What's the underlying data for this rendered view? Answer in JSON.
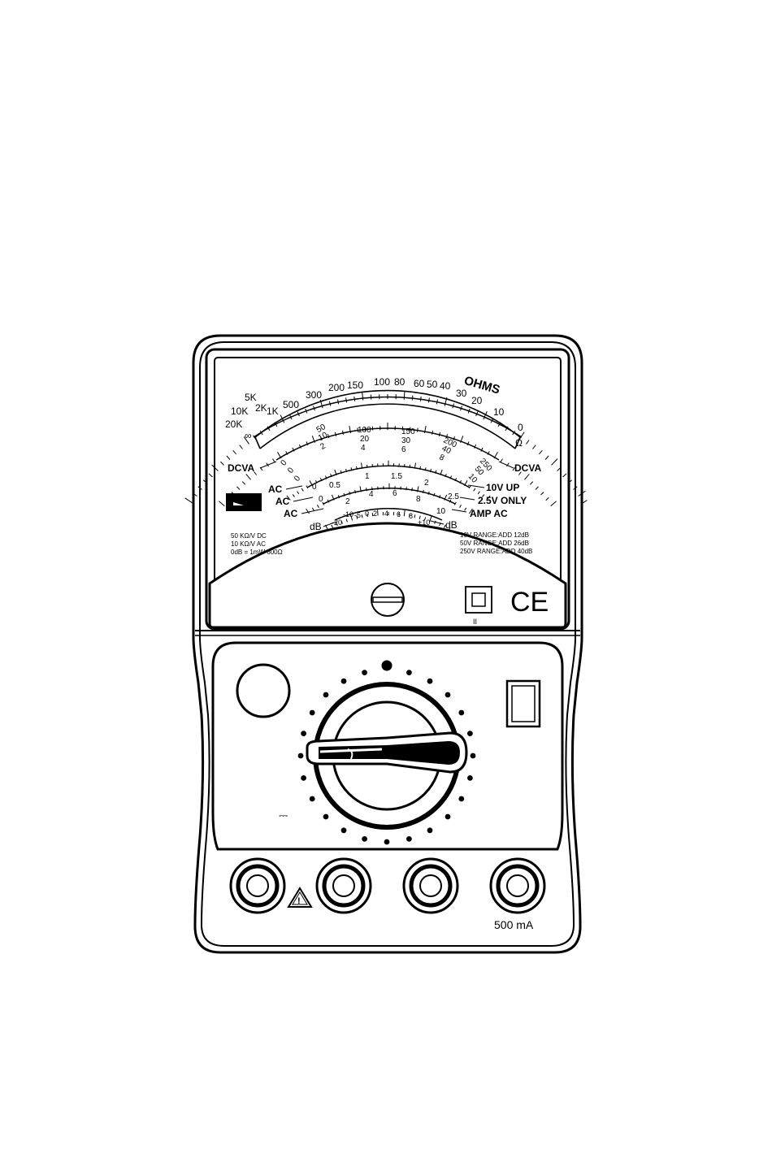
{
  "meter": {
    "ohms_title": "OHMS",
    "ohm_symbol": "Ω",
    "ohms_scale": [
      "∞",
      "20K",
      "10K",
      "5K",
      "2K",
      "1K",
      "500",
      "300",
      "200",
      "150",
      "100",
      "80",
      "60",
      "50",
      "40",
      "30",
      "20",
      "10",
      "0"
    ],
    "dcva_left": "DCVA",
    "dcva_right": "DCVA",
    "scale_250": [
      "0",
      "50",
      "100",
      "150",
      "200",
      "250"
    ],
    "scale_50": [
      "0",
      "10",
      "20",
      "30",
      "40",
      "50"
    ],
    "scale_10": [
      "0",
      "2",
      "4",
      "6",
      "8",
      "10"
    ],
    "left_labels": [
      "AC",
      "AC",
      "AC"
    ],
    "label_dB_left": "dB",
    "label_dB_right": "dB",
    "right_labels": [
      "10V UP",
      "2.5V ONLY",
      "AMP AC"
    ],
    "scale_ac_10v": [
      "0",
      "0.5",
      "1",
      "1.5",
      "2",
      "2.5"
    ],
    "scale_ac_2_5v": [
      "0",
      "2",
      "4",
      "6",
      "8",
      "10"
    ],
    "scale_db": [
      "-20",
      "-10",
      "-5",
      "0",
      "2",
      "4",
      "6",
      "8",
      "+10"
    ],
    "specs_left": [
      "50 KΩ/V DC",
      "10 KΩ/V AC",
      "0dB = 1mW 600Ω"
    ],
    "specs_right": [
      "10V RANGE:ADD 12dB",
      "50V RANGE:ADD 26dB",
      "250V RANGE:ADD 40dB"
    ],
    "ce_mark": "CE",
    "class_mark": "II"
  },
  "lower": {
    "dc_symbol": "⎓",
    "current_label": "500 mA",
    "warning_glyph": "!"
  }
}
